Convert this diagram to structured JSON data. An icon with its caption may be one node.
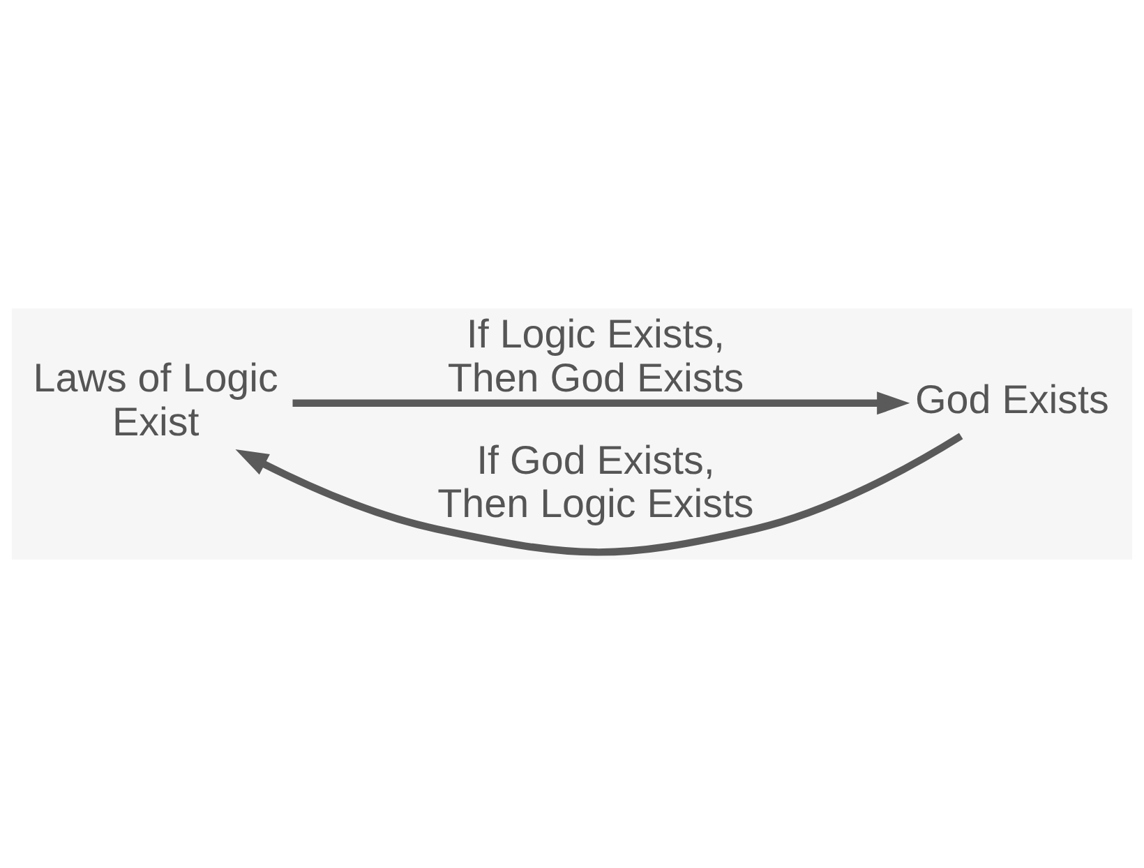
{
  "diagram": {
    "nodes": [
      {
        "text": [
          "Laws of Logic Exist"
        ]
      },
      {
        "text": [
          "God Exists"
        ]
      }
    ],
    "edges": [
      {
        "from": 0,
        "to": 1,
        "arrow": "to",
        "label": "If Logic Exists, Then God Exists"
      },
      {
        "from": 1,
        "to": 0,
        "arrow": "to",
        "label": "If God Exists, Then Logic Exists"
      }
    ]
  }
}
